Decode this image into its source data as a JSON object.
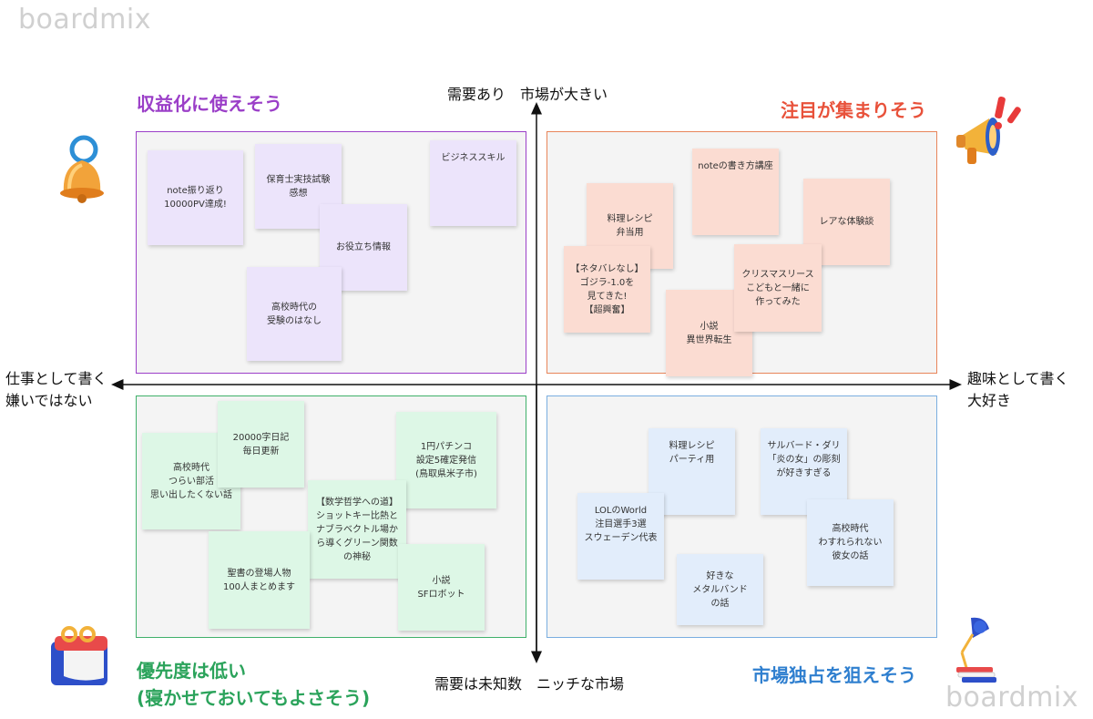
{
  "watermark": "boardmix",
  "colors": {
    "purple": "#9b3fc8",
    "red": "#e8513a",
    "green": "#2ba35b",
    "blue": "#2f7fcf",
    "note_purple": "#ece4fb",
    "note_orange": "#fbdcd2",
    "note_green": "#ddf7e6",
    "note_blue": "#e2edfb"
  },
  "axes": {
    "top": "需要あり　市場が大きい",
    "bottom": "需要は未知数　ニッチな市場",
    "left_line1": "仕事として書く",
    "left_line2": "嫌いではない",
    "right_line1": "趣味として書く",
    "right_line2": "大好き"
  },
  "quadrants": {
    "top_left": {
      "title": "収益化に使えそう",
      "notes": [
        "note振り返り\n10000PV達成!",
        "保育士実技試験\n感想",
        "ビジネススキル",
        "お役立ち情報",
        "高校時代の\n受験のはなし"
      ]
    },
    "top_right": {
      "title": "注目が集まりそう",
      "notes": [
        "noteの書き方講座",
        "料理レシピ\n弁当用",
        "レアな体験談",
        "【ネタバレなし】\nゴジラ-1.0を\n見てきた!\n【超興奮】",
        "クリスマスリース\nこどもと一緒に\n作ってみた",
        "小説\n異世界転生"
      ]
    },
    "bottom_left": {
      "title_line1": "優先度は低い",
      "title_line2": "(寝かせておいてもよさそう)",
      "notes": [
        "20000字日記\n毎日更新",
        "1円パチンコ\n設定5確定発信\n(鳥取県米子市)",
        "高校時代\nつらい部活\n思い出したくない話",
        "【数学哲学への道】\nショットキー比熱と\nナブラベクトル場か\nら導くグリーン関数\nの神秘",
        "聖書の登場人物\n100人まとめます",
        "小説\nSFロボット"
      ]
    },
    "bottom_right": {
      "title": "市場独占を狙えそう",
      "notes": [
        "料理レシピ\nパーティ用",
        "サルバード・ダリ\n「炎の女」の彫刻\nが好きすぎる",
        "LOLのWorld\n注目選手3選\nスウェーデン代表",
        "高校時代\nわすれられない\n彼女の話",
        "好きな\nメタルバンド\nの話"
      ]
    }
  },
  "icons": [
    "bell-icon",
    "megaphone-icon",
    "calendar-icon",
    "desk-lamp-icon"
  ]
}
